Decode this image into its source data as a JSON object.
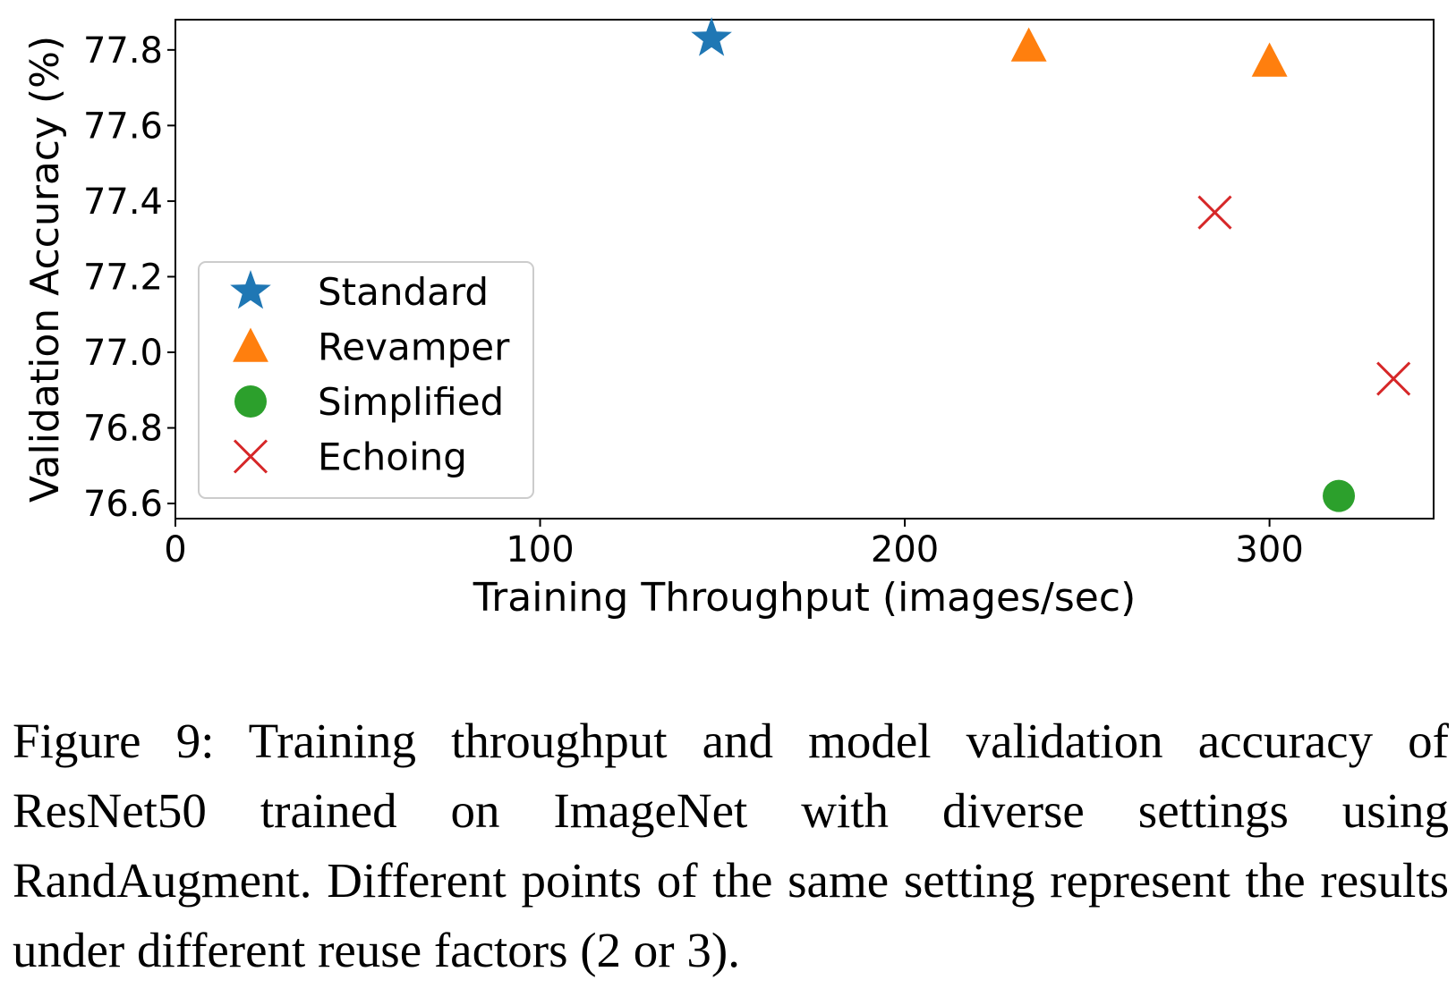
{
  "chart_data": {
    "type": "scatter",
    "xlabel": "Training Throughput (images/sec)",
    "ylabel": "Validation Accuracy (%)",
    "xlim": [
      0,
      345
    ],
    "ylim": [
      76.56,
      77.88
    ],
    "x_ticks": [
      0,
      100,
      200,
      300
    ],
    "y_ticks": [
      76.6,
      76.8,
      77.0,
      77.2,
      77.4,
      77.6,
      77.8
    ],
    "x_tick_labels": [
      "0",
      "100",
      "200",
      "300"
    ],
    "y_tick_labels": [
      "76.6",
      "76.8",
      "77.0",
      "77.2",
      "77.4",
      "77.6",
      "77.8"
    ],
    "grid": false,
    "legend_position": "center-left",
    "series": [
      {
        "name": "Standard",
        "marker": "star",
        "color": "#1f77b4",
        "points": [
          {
            "x": 147,
            "y": 77.83
          }
        ]
      },
      {
        "name": "Revamper",
        "marker": "triangle",
        "color": "#ff7f0e",
        "points": [
          {
            "x": 234,
            "y": 77.81
          },
          {
            "x": 300,
            "y": 77.77
          }
        ]
      },
      {
        "name": "Simplified",
        "marker": "circle",
        "color": "#2ca02c",
        "points": [
          {
            "x": 319,
            "y": 76.62
          }
        ]
      },
      {
        "name": "Echoing",
        "marker": "x",
        "color": "#d62728",
        "points": [
          {
            "x": 285,
            "y": 77.37
          },
          {
            "x": 334,
            "y": 76.93
          }
        ]
      }
    ]
  },
  "caption": "Figure 9: Training throughput and model validation accuracy of ResNet50 trained on ImageNet with diverse settings using RandAugment. Different points of the same setting represent the results under different reuse factors (2 or 3)."
}
